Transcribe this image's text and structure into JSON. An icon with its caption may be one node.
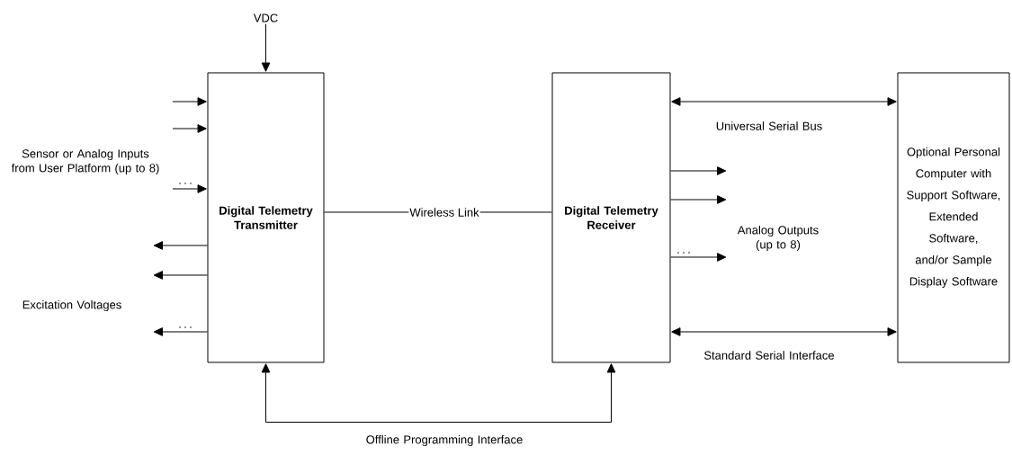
{
  "diagram": {
    "nodes": [
      {
        "text": [
          "Digital Telemetry Transmitter"
        ]
      },
      {
        "text": [
          "Digital Telemetry Receiver"
        ]
      },
      {
        "text": [
          "Optional Personal Computer with Support Software, Extended Software, and/or Sample Display Software"
        ]
      },
      {
        "text": [
          "VDC"
        ]
      }
    ],
    "edges": [
      {
        "from": 3,
        "to": 0,
        "arrow": "to"
      },
      {
        "from": 0,
        "to": 1,
        "arrow": "none",
        "label": "Wireless Link"
      },
      {
        "from": 1,
        "to": 2,
        "arrow": "both",
        "label": "Universal Serial Bus"
      },
      {
        "from": 1,
        "to": 2,
        "arrow": "both",
        "label": "Standard Serial Interface"
      },
      {
        "from": 0,
        "to": 1,
        "arrow": "both",
        "label": "Offline Programming Interface"
      },
      {
        "from": null,
        "to": 0,
        "arrow": "to"
      },
      {
        "from": null,
        "to": 0,
        "arrow": "to"
      },
      {
        "from": null,
        "to": 0,
        "arrow": "to"
      },
      {
        "from": 0,
        "to": null,
        "arrow": "to"
      },
      {
        "from": 0,
        "to": null,
        "arrow": "to"
      },
      {
        "from": 0,
        "to": null,
        "arrow": "to"
      },
      {
        "from": 1,
        "to": null,
        "arrow": "to"
      },
      {
        "from": 1,
        "to": null,
        "arrow": "to"
      },
      {
        "from": 1,
        "to": null,
        "arrow": "to"
      }
    ],
    "labels": [
      "Sensor or Analog Inputs from User Platform (up to 8)",
      "Excitation Voltages",
      "Analog Outputs (up to 8)"
    ]
  }
}
